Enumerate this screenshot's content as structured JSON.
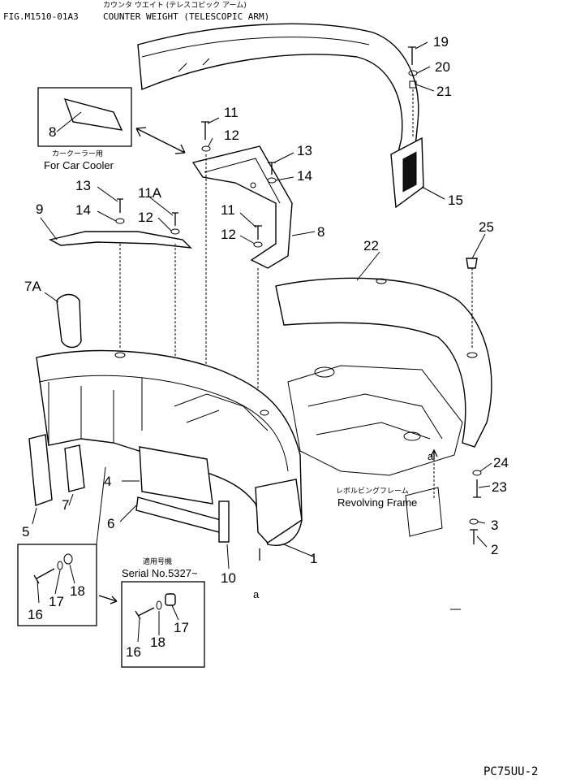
{
  "header": {
    "japanese_title": "カウンタ ウエイト (テレスコピック アーム)",
    "figure_id": "FIG.M1510-01A3",
    "title": "COUNTER WEIGHT (TELESCOPIC ARM)"
  },
  "inset_car_cooler": {
    "part_number": "8",
    "label_jp": "カークーラー用",
    "label_en": "For Car Cooler"
  },
  "inset_serial": {
    "label_jp": "適用号機",
    "label_en": "Serial No.5327~",
    "before_parts": [
      "16",
      "17",
      "18"
    ],
    "after_parts": [
      "16",
      "18",
      "17"
    ]
  },
  "revolving_frame": {
    "label_jp": "レボルビングフレーム",
    "label_en": "Revolving Frame"
  },
  "part_labels": {
    "p1": "1",
    "p2": "2",
    "p3": "3",
    "p4": "4",
    "p5": "5",
    "p6": "6",
    "p7": "7",
    "p7a": "7A",
    "p8": "8",
    "p9": "9",
    "p10": "10",
    "p11_top": "11",
    "p11_mid": "11",
    "p11a": "11A",
    "p12_top": "12",
    "p12_mid": "12",
    "p12_left": "12",
    "p13_top": "13",
    "p13_left": "13",
    "p14_top": "14",
    "p14_left": "14",
    "p15": "15",
    "p19": "19",
    "p20": "20",
    "p21": "21",
    "p22": "22",
    "p23": "23",
    "p24": "24",
    "p25": "25"
  },
  "reference_marks": {
    "a_bottom": "a",
    "a_right": "a"
  },
  "footer": {
    "model_code": "PC75UU-2"
  }
}
